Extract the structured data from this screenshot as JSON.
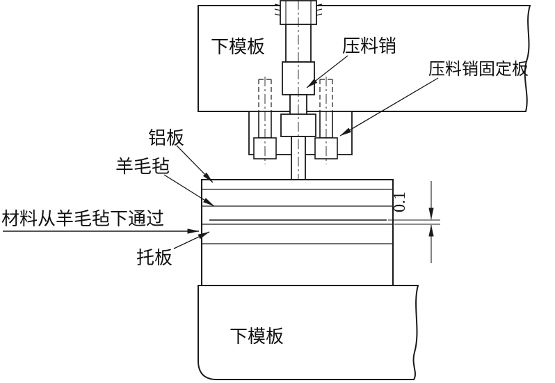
{
  "figure": {
    "type": "engineering-section-diagram",
    "background": "#ffffff",
    "line_color": "#1a1a1a",
    "labels": {
      "upper_die_plate": "下模板",
      "pressure_pin": "压料销",
      "pressure_pin_fixing_plate": "压料销固定板",
      "aluminum_plate": "铝板",
      "wool_felt": "羊毛毡",
      "material_path_note": "材料从羊毛毡下通过",
      "support_plate": "托板",
      "lower_die_plate": "下模板",
      "clearance_dimension": "0.1"
    }
  }
}
